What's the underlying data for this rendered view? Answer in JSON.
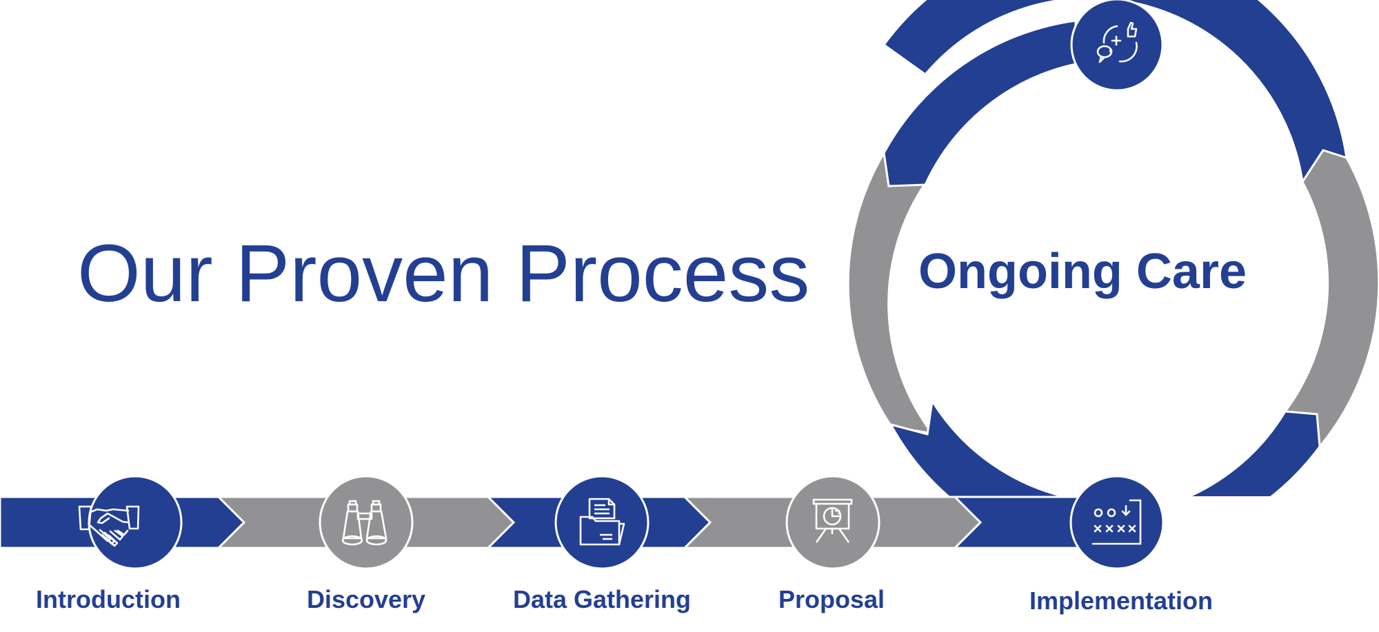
{
  "title": "Our Proven Process",
  "cycle": {
    "label": "Ongoing Care",
    "icon": "feedback-icon"
  },
  "steps": [
    {
      "label": "Introduction",
      "icon": "handshake-icon"
    },
    {
      "label": "Discovery",
      "icon": "binoculars-icon"
    },
    {
      "label": "Data Gathering",
      "icon": "folder-documents-icon"
    },
    {
      "label": "Proposal",
      "icon": "presentation-board-icon"
    },
    {
      "label": "Implementation",
      "icon": "strategy-plan-icon"
    }
  ],
  "colors": {
    "primary": "#233F92",
    "secondary": "#929295",
    "background": "#FFFFFF"
  }
}
